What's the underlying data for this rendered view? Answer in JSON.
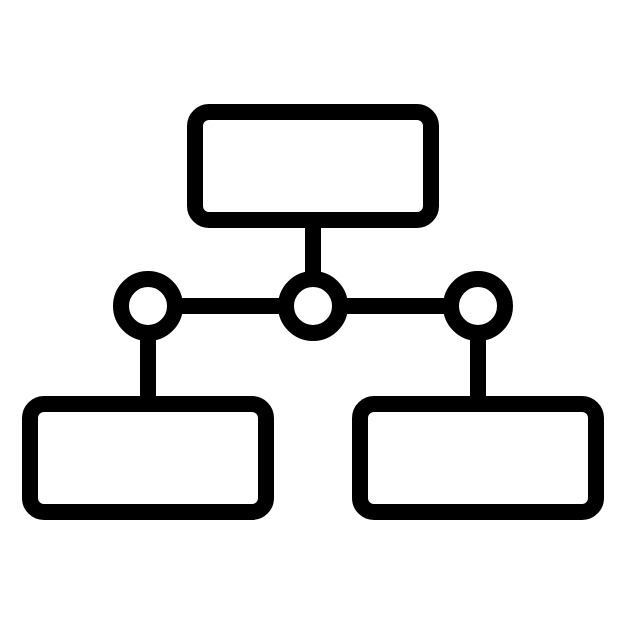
{
  "icon": {
    "name": "hierarchy-network-icon",
    "stroke_color": "#000000",
    "background_color": "#ffffff",
    "nodes": [
      {
        "id": "top-box",
        "shape": "rounded-rectangle",
        "label": ""
      },
      {
        "id": "left-box",
        "shape": "rounded-rectangle",
        "label": ""
      },
      {
        "id": "right-box",
        "shape": "rounded-rectangle",
        "label": ""
      },
      {
        "id": "left-junction",
        "shape": "circle"
      },
      {
        "id": "center-junction",
        "shape": "circle"
      },
      {
        "id": "right-junction",
        "shape": "circle"
      }
    ],
    "connections": [
      {
        "from": "top-box",
        "to": "center-junction"
      },
      {
        "from": "left-junction",
        "to": "center-junction"
      },
      {
        "from": "center-junction",
        "to": "right-junction"
      },
      {
        "from": "left-junction",
        "to": "left-box"
      },
      {
        "from": "right-junction",
        "to": "right-box"
      }
    ]
  }
}
